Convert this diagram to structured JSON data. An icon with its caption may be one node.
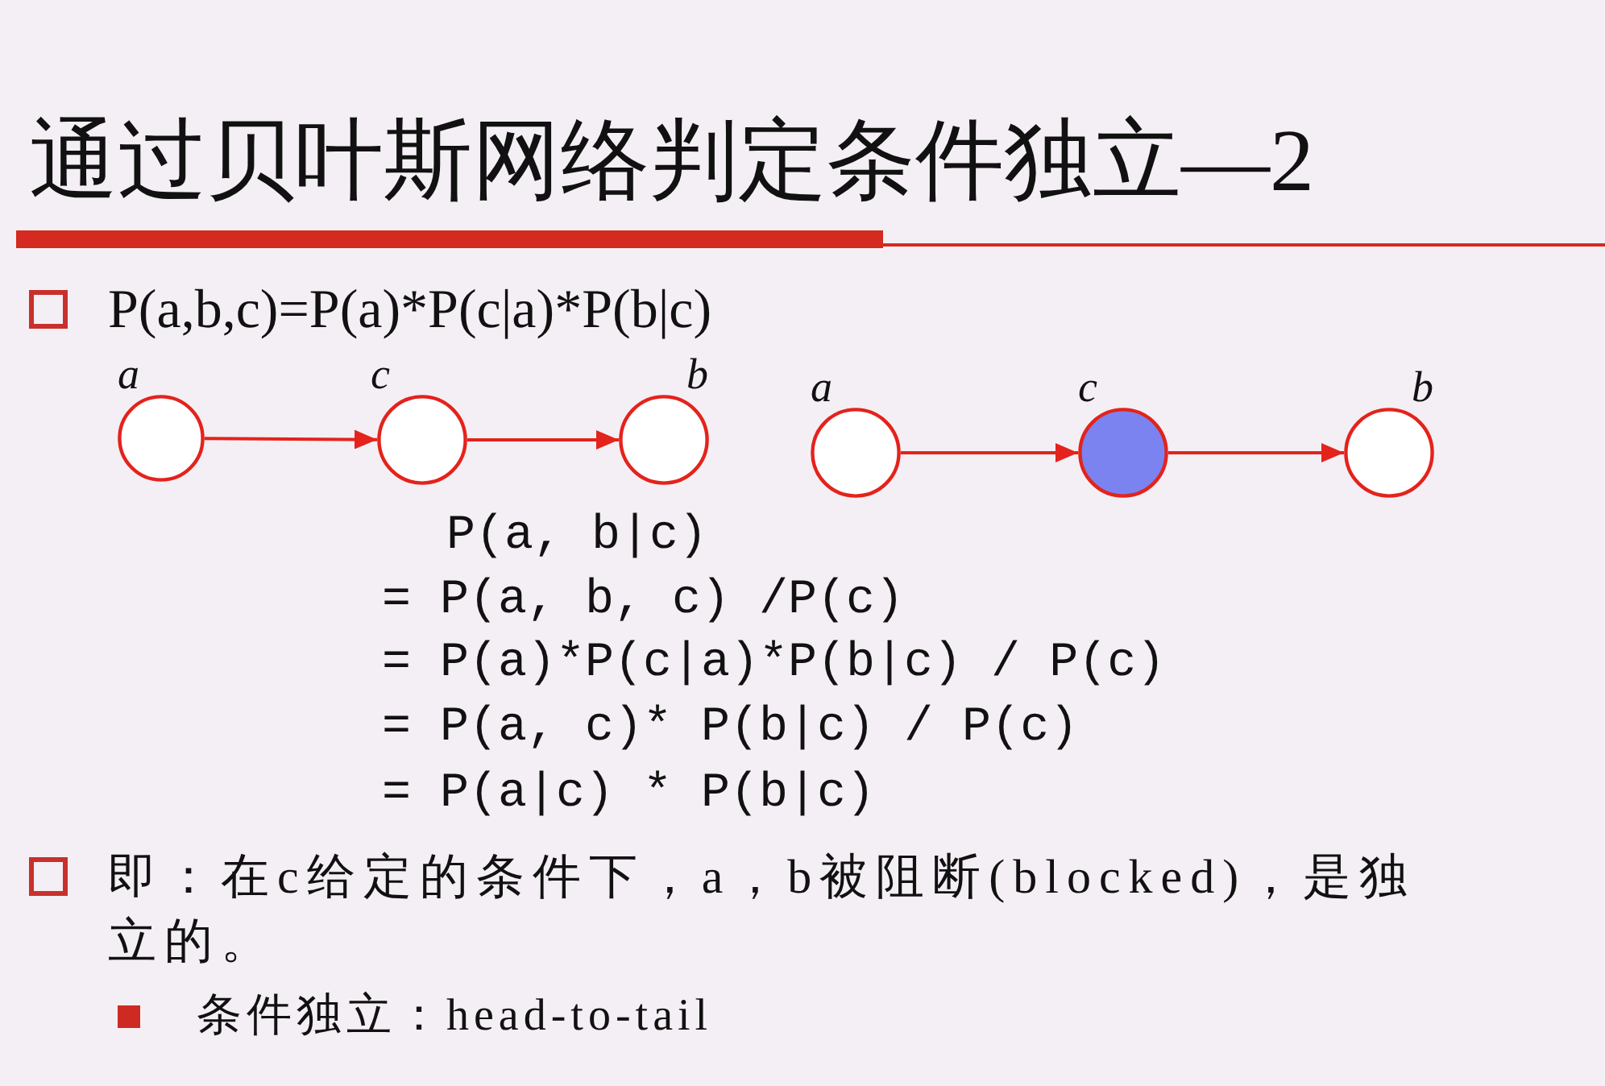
{
  "diagram": {
    "title": "通过贝叶斯网络判定条件独立—2",
    "nodes": [
      {
        "text": [
          "a"
        ]
      },
      {
        "text": [
          "c"
        ]
      },
      {
        "text": [
          "b"
        ]
      },
      {
        "text": [
          "a"
        ]
      },
      {
        "text": [
          "c"
        ]
      },
      {
        "text": [
          "b"
        ]
      }
    ],
    "edges": [
      {
        "from": 0,
        "to": 1,
        "arrow": "to"
      },
      {
        "from": 1,
        "to": 2,
        "arrow": "to"
      },
      {
        "from": 3,
        "to": 4,
        "arrow": "to"
      },
      {
        "from": 4,
        "to": 5,
        "arrow": "to"
      }
    ],
    "labels": [
      "P(a,b,c)=P(a)*P(c|a)*P(b|c)",
      "P(a, b|c)",
      "= P(a, b, c) /P(c)",
      "= P(a)*P(c|a)*P(b|c) / P(c)",
      "= P(a, c)* P(b|c) / P(c)",
      "= P(a|c) * P(b|c)",
      "即：在c给定的条件下，a，b被阻断(blocked)，是独立的。",
      "条件独立：head-to-tail"
    ]
  }
}
